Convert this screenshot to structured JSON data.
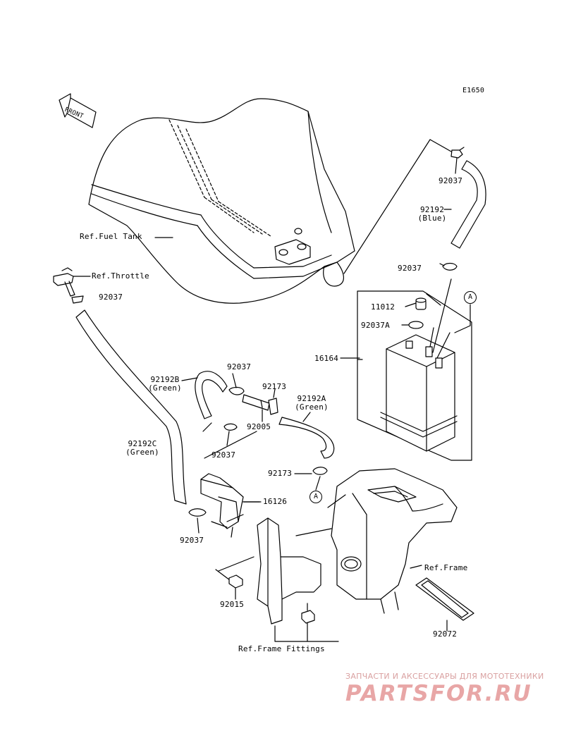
{
  "diagram": {
    "code": "E1650",
    "front_label": "FRONT",
    "labels": {
      "ref_fuel_tank": "Ref.Fuel Tank",
      "ref_throttle": "Ref.Throttle",
      "p92037_a": "92037",
      "p92037_b": "92037",
      "p92037_c": "92037",
      "p92037_d": "92037",
      "p92037_e": "92037",
      "p92037_f": "92037",
      "p92192_line1": "92192",
      "p92192_line2": "(Blue)",
      "p11012": "11012",
      "p92037a": "92037A",
      "p16164": "16164",
      "p92192b_line1": "92192B",
      "p92192b_line2": "(Green)",
      "p92173_a": "92173",
      "p92192a_line1": "92192A",
      "p92192a_line2": "(Green)",
      "p92005": "92005",
      "p92192c_line1": "92192C",
      "p92192c_line2": "(Green)",
      "p92173_b": "92173",
      "p16126": "16126",
      "ref_frame": "Ref.Frame",
      "p92015": "92015",
      "p92072": "92072",
      "ref_frame_fittings": "Ref.Frame Fittings",
      "callout_a1": "A",
      "callout_a2": "A"
    }
  },
  "watermark": {
    "tagline": "ЗАПЧАСТИ И АКСЕССУАРЫ ДЛЯ МОТОТЕХНИКИ",
    "brand": "PARTSFOR.RU"
  }
}
